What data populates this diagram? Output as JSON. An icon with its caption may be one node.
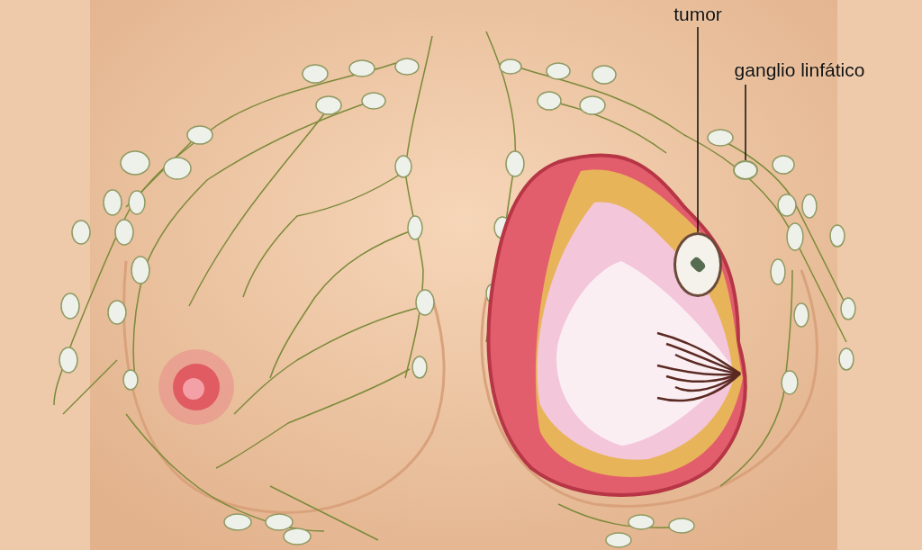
{
  "diagram": {
    "nodes": [
      {
        "text": [
          "tumor"
        ]
      },
      {
        "text": [
          "ganglio linfático"
        ]
      },
      {
        "text": [],
        "shape": "picture"
      },
      {
        "text": [],
        "shape": "circle"
      }
    ],
    "edges": [
      {
        "from": 0,
        "to": 2,
        "arrow": "none"
      },
      {
        "from": 1,
        "to": 3,
        "arrow": "none"
      }
    ]
  }
}
